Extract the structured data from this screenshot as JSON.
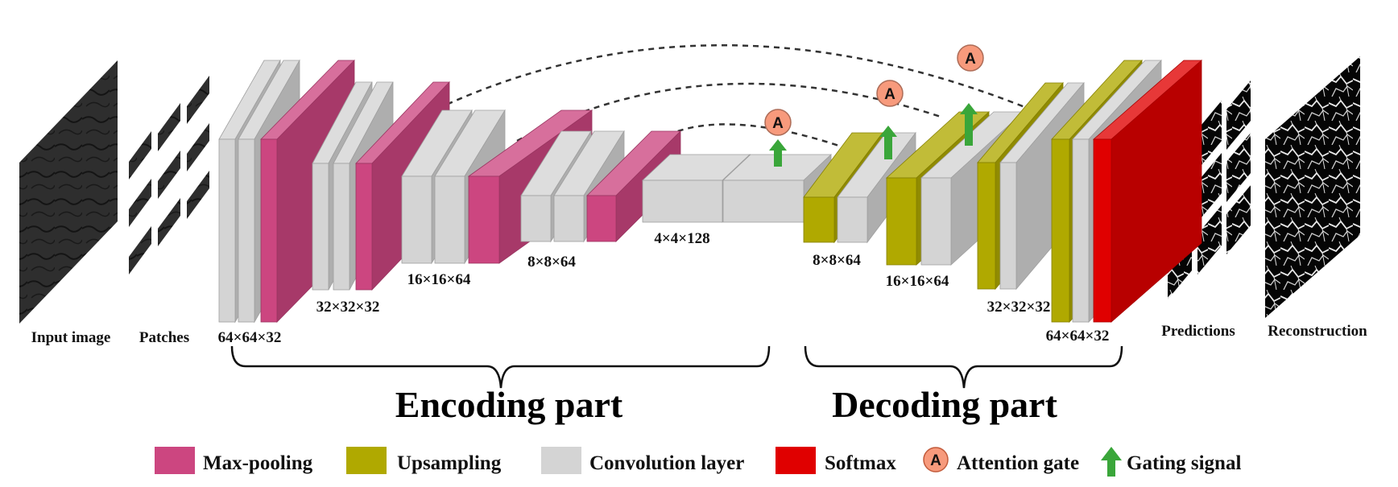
{
  "colors": {
    "max_pooling": "#cc4680",
    "upsampling": "#b0a900",
    "convolution": "#d4d4d4",
    "softmax": "#e00000",
    "attention_gate": "#f79a7c",
    "gating_signal": "#3aa63a"
  },
  "encoder_labels": [
    "64×64×32",
    "32×32×32",
    "16×16×64",
    "8×8×64",
    "4×4×128"
  ],
  "decoder_labels": [
    "8×8×64",
    "16×16×64",
    "32×32×32",
    "64×64×32"
  ],
  "image_labels": {
    "input": "Input image",
    "patches": "Patches",
    "predictions": "Predictions",
    "reconstruction": "Reconstruction"
  },
  "parts": {
    "encoding": "Encoding part",
    "decoding": "Decoding part"
  },
  "attention_gate_letter": "A",
  "legend": [
    {
      "label": "Max-pooling",
      "swatch": "max_pooling"
    },
    {
      "label": "Upsampling",
      "swatch": "upsampling"
    },
    {
      "label": "Convolution layer",
      "swatch": "convolution"
    },
    {
      "label": "Softmax",
      "swatch": "softmax"
    },
    {
      "label": "Attention gate",
      "swatch": "attention_gate",
      "icon": "attention-gate-icon"
    },
    {
      "label": "Gating signal",
      "swatch": "gating_signal",
      "icon": "gating-arrow-icon"
    }
  ]
}
